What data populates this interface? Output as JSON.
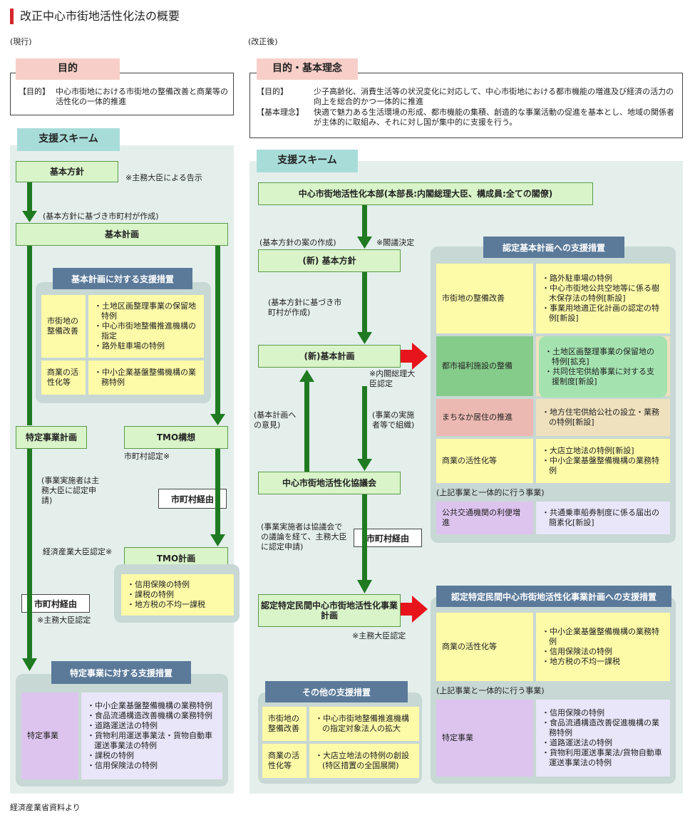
{
  "title": "改正中心市街地活性化法の概要",
  "left_label": "(現行)",
  "right_label": "(改正後)",
  "source": "経済産業省資料より",
  "left": {
    "purpose_header": "目的",
    "purpose_key": "【目的】",
    "purpose_text": "中心市街地における市街地の整備改善と商業等の活性化の一体的推進",
    "scheme_header": "支援スキーム",
    "kihon_houshin": "基本方針",
    "kihon_houshin_note": "※主務大臣による告示",
    "arrow_note1": "(基本方針に基づき市町村が作成)",
    "kihon_keikaku": "基本計画",
    "support_basic_header": "基本計画に対する支援措置",
    "support_basic_rows": [
      {
        "label": "市街地の整備改善",
        "items": [
          "土地区画整理事業の保留地特例",
          "中心市街地整備推進機構の指定",
          "路外駐車場の特例"
        ]
      },
      {
        "label": "商業の活性化等",
        "items": [
          "中小企業基盤整備機構の業務特例"
        ]
      }
    ],
    "tokutei_jigyo_keikaku": "特定事業計画",
    "tmo_kousou": "TMO構想",
    "shichoson_nintei": "市町村認定※",
    "jigyo_note": "(事業実施者は主務大臣に認定申請)",
    "shichoson_keiyu1": "市町村経由",
    "keisan_nintei": "経済産業大臣認定※",
    "tmo_keikaku": "TMO計画",
    "tmo_support_items": [
      "信用保険の特例",
      "課税の特例",
      "地方税の不均一課税"
    ],
    "shichoson_keiyu2": "市町村経由",
    "shumu_nintei": "※主務大臣認定",
    "support_tokutei_header": "特定事業に対する支援措置",
    "tokutei_label": "特定事業",
    "tokutei_items": [
      "中小企業基盤整備機構の業務特例",
      "食品流通構造改善機構の業務特例",
      "道路運送法の特例",
      "貨物利用運送事業法・貨物自動車運送事業法の特例",
      "課税の特例",
      "信用保険法の特例"
    ]
  },
  "right": {
    "purpose_header": "目的・基本理念",
    "purpose_key": "【目的】",
    "purpose_text": "少子高齢化、消費生活等の状況変化に対応して、中心市街地における都市機能の増進及び経済の活力の向上を総合的かつ一体的に推進",
    "rinen_key": "【基本理念】",
    "rinen_text": "快適で魅力ある生活環境の形成、都市機能の集積、創造的な事業活動の促進を基本とし、地域の関係者が主体的に取組み、それに対し国が集中的に支援を行う。",
    "scheme_header": "支援スキーム",
    "honbu": "中心市街地活性化本部(本部長:内閣総理大臣、構成員:全ての閣僚)",
    "note_an": "(基本方針の案の作成)",
    "note_kakugi": "※閣議決定",
    "kihon_houshin": "(新) 基本方針",
    "note_shichoson": "(基本方針に基づき市町村が作成)",
    "kihon_keikaku": "(新)基本計画",
    "note_naikaku": "※内閣総理大臣認定",
    "note_iken": "(基本計画への意見)",
    "note_soshiki": "(事業の実施者等で組織)",
    "kyogikai": "中心市街地活性化協議会",
    "note_jigyo": "(事業実施者は協議会での議論を経て、主務大臣に認定申請)",
    "shichoson_keiyu": "市町村経由",
    "nintei_tokutei": "認定特定民間中心市街地活性化事業計画",
    "note_shumu": "※主務大臣認定",
    "support1_header": "認定基本計画への支援措置",
    "support1_rows": [
      {
        "label": "市街地の整備改善",
        "items": [
          "路外駐車場の特例",
          "中心市街地公共空地等に係る樹木保存法の特例[新設]",
          "事業用地適正化計画の認定の特例[新設]"
        ]
      },
      {
        "label": "都市福利施設の整備",
        "items": [
          "土地区画整理事業の保留地の特例[拡充]",
          "共同住宅供給事業に対する支援制度[新設]"
        ]
      },
      {
        "label": "まちなか居住の推進",
        "items": [
          "地方住宅供給公社の設立・業務の特例[新設]"
        ]
      },
      {
        "label": "商業の活性化等",
        "items": [
          "大店立地法の特例[新設]",
          "中小企業基盤整備機構の業務特例"
        ]
      }
    ],
    "support1_ittai": "(上記事業と一体的に行う事業)",
    "support1_kotsu_label": "公共交通機関の利便増進",
    "support1_kotsu_items": [
      "共通乗車船券制度に係る届出の簡素化[新設]"
    ],
    "support2_header": "認定特定民間中心市街地活性化事業計画への支援措置",
    "support2_shogyo_label": "商業の活性化等",
    "support2_shogyo_items": [
      "中小企業基盤整備機構の業務特例",
      "信用保険法の特例",
      "地方税の不均一課税"
    ],
    "support2_ittai": "(上記事業と一体的に行う事業)",
    "support2_tokutei_label": "特定事業",
    "support2_tokutei_items": [
      "信用保険の特例",
      "食品流通構造改善促進機構の業務特例",
      "道路運送法の特例",
      "貨物利用運送事業法/貨物自動車運送事業法の特例"
    ],
    "other_header": "その他の支援措置",
    "other_rows": [
      {
        "label": "市街地の整備改善",
        "items": [
          "中心市街地整備推進機構の指定対象法人の拡大"
        ]
      },
      {
        "label": "商業の活性化等",
        "items": [
          "大店立地法の特例の創設(特区措置の全国展開)"
        ]
      }
    ]
  }
}
